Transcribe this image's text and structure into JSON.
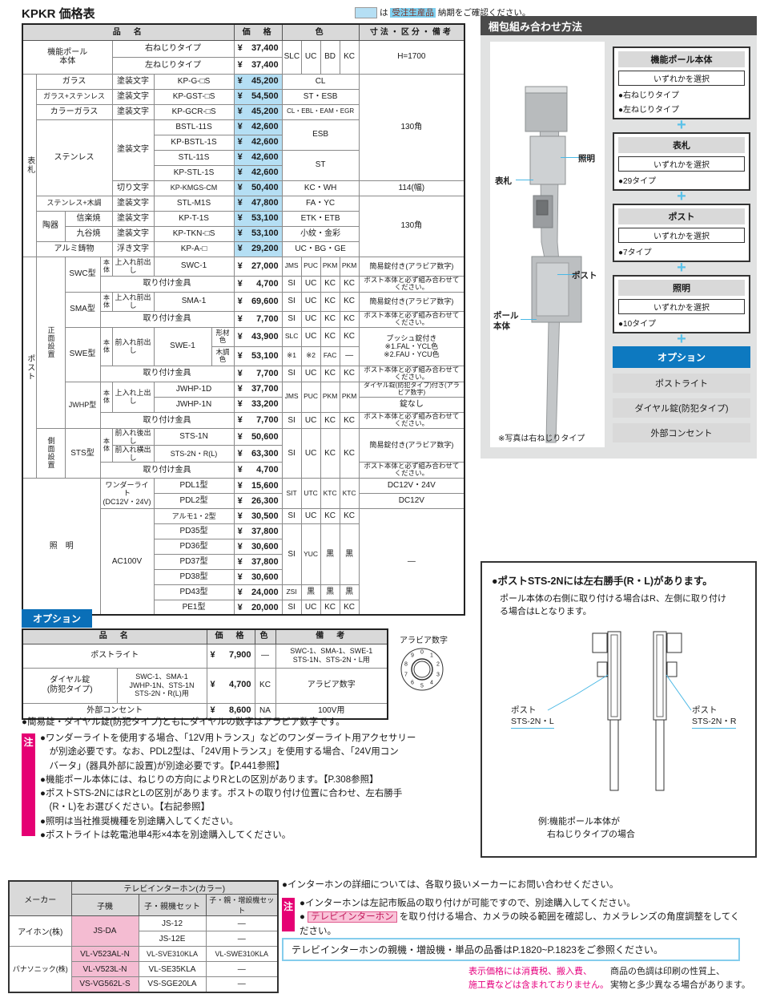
{
  "sym": {
    "yen": "¥",
    "plus": "+"
  },
  "title": "KPKR 価格表",
  "legend": {
    "pre": "は",
    "tag": "受注生産品",
    "rest": "納期をご確認ください。"
  },
  "mt": {
    "h": {
      "name": "品　名",
      "price": "価　格",
      "color": "色",
      "spec": "寸法・区分・備考"
    },
    "pole": {
      "label": "機能ポール\n本体",
      "r1": {
        "n": "右ねじりタイプ",
        "p": "37,400"
      },
      "r2": {
        "n": "左ねじりタイプ",
        "p": "37,400"
      },
      "c": [
        "SLC",
        "UC",
        "BD",
        "KC"
      ],
      "spec": "H=1700"
    },
    "hyo": {
      "label": "表札",
      "rows": [
        {
          "m": "ガラス",
          "t": "塗装文字",
          "code": "KP-G-□S",
          "p": "45,200",
          "col": "CL"
        },
        {
          "m": "ガラス+ステンレス",
          "t": "塗装文字",
          "code": "KP-GST-□S",
          "p": "54,500",
          "col": "ST・ESB"
        },
        {
          "m": "カラーガラス",
          "t": "塗装文字",
          "code": "KP-GCR-□S",
          "p": "45,200",
          "col": "CL・EBL・EAM・EGR"
        },
        {
          "m": "ステンレス",
          "t": "塗装文字",
          "code": "BSTL-11S",
          "p": "42,600",
          "col": "ESB"
        },
        {
          "code": "KP-BSTL-1S",
          "p": "42,600"
        },
        {
          "code": "STL-11S",
          "p": "42,600",
          "col": "ST"
        },
        {
          "code": "KP-STL-1S",
          "p": "42,600"
        },
        {
          "t": "切り文字",
          "code": "KP-KMGS-CM",
          "p": "50,400",
          "col": "KC・WH",
          "spec": "114(幅)"
        },
        {
          "m": "ステンレス+木調",
          "t": "塗装文字",
          "code": "STL-M1S",
          "p": "47,800",
          "col": "FA・YC"
        },
        {
          "m": "陶器",
          "sub": "信楽焼",
          "t": "塗装文字",
          "code": "KP-T-1S",
          "p": "53,100",
          "col": "ETK・ETB"
        },
        {
          "sub": "九谷焼",
          "t": "塗装文字",
          "code": "KP-TKN-□S",
          "p": "53,100",
          "col": "小紋・金彩"
        },
        {
          "m": "アルミ鋳物",
          "t": "浮き文字",
          "code": "KP-A-□",
          "p": "29,200",
          "col": "UC・BG・GE"
        }
      ],
      "spec1": "130角",
      "spec2": "130角"
    },
    "post": {
      "label": "ポスト",
      "front": "正面設置",
      "side": "側面設置",
      "swc": {
        "name": "SWC型",
        "body": "本体",
        "method": "上入れ前出し",
        "code": "SWC-1",
        "p": "27,000",
        "c": [
          "JMS",
          "PUC",
          "PKM",
          "PKM"
        ],
        "spec": "簡易錠付き(アラビア数字)",
        "k": {
          "label": "取り付け金具",
          "p": "4,700",
          "c": [
            "SI",
            "UC",
            "KC",
            "KC"
          ],
          "spec": "ポスト本体と必ず組み合わせてください。"
        }
      },
      "sma": {
        "name": "SMA型",
        "body": "本体",
        "method": "上入れ前出し",
        "code": "SMA-1",
        "p": "69,600",
        "c": [
          "SI",
          "UC",
          "KC",
          "KC"
        ],
        "spec": "簡易錠付き(アラビア数字)",
        "k": {
          "label": "取り付け金具",
          "p": "7,700",
          "c": [
            "SI",
            "UC",
            "KC",
            "KC"
          ],
          "spec": "ポスト本体と必ず組み合わせてください。"
        }
      },
      "swe": {
        "name": "SWE型",
        "body": "本体",
        "method": "前入れ前出し",
        "code": "SWE-1",
        "sub1": "形材色",
        "p1": "43,900",
        "c1": [
          "SLC",
          "UC",
          "KC",
          "KC"
        ],
        "sub2": "木調色",
        "p2": "53,100",
        "c2": [
          "※1",
          "※2",
          "FAC",
          "―"
        ],
        "spec": "プッシュ錠付き\n※1.FAL・YCL色\n※2.FAU・YCU色",
        "k": {
          "label": "取り付け金具",
          "p": "7,700",
          "c": [
            "SI",
            "UC",
            "KC",
            "KC"
          ],
          "spec": "ポスト本体と必ず組み合わせてください。"
        }
      },
      "jwhp": {
        "name": "JWHP型",
        "body": "本体",
        "method": "上入れ上出し",
        "code1": "JWHP-1D",
        "p1": "37,700",
        "code2": "JWHP-1N",
        "p2": "33,200",
        "c": [
          "JMS",
          "PUC",
          "PKM",
          "PKM"
        ],
        "spec1": "ダイヤル錠(防犯タイプ)付き(アラビア数字)",
        "spec2": "錠なし",
        "k": {
          "label": "取り付け金具",
          "p": "7,700",
          "c": [
            "SI",
            "UC",
            "KC",
            "KC"
          ],
          "spec": "ポスト本体と必ず組み合わせてください。"
        }
      },
      "sts": {
        "name": "STS型",
        "body": "本体",
        "m1": "前入れ後出し",
        "code1": "STS-1N",
        "p1": "50,600",
        "m2": "前入れ横出し",
        "code2": "STS-2N・R(L)",
        "p2": "63,300",
        "c": [
          "SI",
          "UC",
          "KC",
          "KC"
        ],
        "spec": "簡易錠付き(アラビア数字)",
        "k": {
          "label": "取り付け金具",
          "p": "4,700",
          "spec": "ポスト本体と必ず組み合わせてください。"
        }
      }
    },
    "light": {
      "label": "照　明",
      "g1": {
        "name": "ワンダーライト\n(DC12V・24V)",
        "r1": {
          "code": "PDL1型",
          "p": "15,600"
        },
        "r2": {
          "code": "PDL2型",
          "p": "26,300"
        },
        "c": [
          "SIT",
          "UTC",
          "KTC",
          "KTC"
        ],
        "spec1": "DC12V・24V",
        "spec2": "DC12V"
      },
      "g2": {
        "name": "AC100V",
        "rows": [
          {
            "code": "アルモ1・2型",
            "p": "30,500"
          },
          {
            "code": "PD35型",
            "p": "37,800"
          },
          {
            "code": "PD36型",
            "p": "30,600"
          },
          {
            "code": "PD37型",
            "p": "37,800"
          },
          {
            "code": "PD38型",
            "p": "30,600"
          },
          {
            "code": "PD43型",
            "p": "24,000"
          },
          {
            "code": "PE1型",
            "p": "20,000"
          }
        ],
        "c0": [
          "SI",
          "UC",
          "KC",
          "KC"
        ],
        "c14": [
          "SI",
          "YUC",
          "黒",
          "黒"
        ],
        "c5": [
          "ZSI",
          "黒",
          "黒",
          "黒"
        ],
        "c6": [
          "SI",
          "UC",
          "KC",
          "KC"
        ],
        "spec": "―"
      }
    }
  },
  "opt": {
    "label": "オプション",
    "h": {
      "name": "品　名",
      "price": "価　格",
      "color": "色",
      "note": "備　考"
    },
    "r1": {
      "name": "ポストライト",
      "p": "7,900",
      "col": "―",
      "note": "SWC-1、SMA-1、SWE-1\nSTS-1N、STS-2N・L用"
    },
    "r2": {
      "name": "ダイヤル錠\n(防犯タイプ)",
      "target": "SWC-1、SMA-1\nJWHP-1N、STS-1N\nSTS-2N・R(L)用",
      "p": "4,700",
      "col": "KC",
      "note": "アラビア数字"
    },
    "r3": {
      "name": "外部コンセント",
      "p": "8,600",
      "col": "NA",
      "note": "100V用"
    },
    "dial": {
      "label": "アラビア数字",
      "numbers": [
        "0",
        "1",
        "2",
        "3",
        "4",
        "5",
        "6",
        "7",
        "8",
        "9"
      ]
    }
  },
  "notes": {
    "n0": "●簡易錠・ダイヤル錠(防犯タイプ)ともにダイヤルの数字はアラビア数字です。",
    "chu": "注",
    "items": [
      "●ワンダーライトを使用する場合、「12V用トランス」などのワンダーライト用アクセサリー\n　が別途必要です。なお、PDL2型は、「24V用トランス」を使用する場合、「24V用コン\n　バータ」(器具外部に設置)が別途必要です。【P.441参照】",
      "●機能ポール本体には、ねじりの方向によりRとLの区別があります。【P.308参照】",
      "●ポストSTS-2NにはRとLの区別があります。ポストの取り付け位置に合わせ、左右勝手\n　(R・L)をお選びください。【右記参照】",
      "●照明は当社推奨機種を別途購入してください。",
      "●ポストライトは乾電池単4形×4本を別途購入してください。"
    ]
  },
  "pack": {
    "title": "梱包組み合わせ方法",
    "photo": {
      "lamp": "照明",
      "plate": "表札",
      "post": "ポスト",
      "pole": "ポール\n本体",
      "caption": "※写真は右ねじりタイプ"
    },
    "boxes": [
      {
        "title": "機能ポール本体",
        "select": "いずれかを選択",
        "items": [
          "●右ねじりタイプ",
          "●左ねじりタイプ"
        ]
      },
      {
        "title": "表札",
        "select": "いずれかを選択",
        "items": [
          "●29タイプ"
        ]
      },
      {
        "title": "ポスト",
        "select": "いずれかを選択",
        "items": [
          "●7タイプ"
        ]
      },
      {
        "title": "照明",
        "select": "いずれかを選択",
        "items": [
          "●10タイプ"
        ]
      }
    ],
    "option_title": "オプション",
    "option_items": [
      "ポストライト",
      "ダイヤル錠(防犯タイプ)",
      "外部コンセント"
    ]
  },
  "sts": {
    "title": "●ポストSTS-2Nには左右勝手(R・L)があります。",
    "body": "ポール本体の右側に取り付ける場合はR、左側に取り付け\nる場合はLとなります。",
    "label_l1": "ポスト",
    "label_l2": "STS-2N・L",
    "label_r1": "ポスト",
    "label_r2": "STS-2N・R",
    "caption": "例:機能ポール本体が\n　右ねじりタイプの場合"
  },
  "intercom": {
    "h_maker": "メーカー",
    "h_group": "テレビインターホン(カラー)",
    "h_sub": [
      "子機",
      "子・親機セット",
      "子・親・増設機セット"
    ],
    "maker1": "アイホン(株)",
    "maker2": "パナソニック(株)",
    "a_child": "JS-DA",
    "a_rows": [
      {
        "set": "JS-12",
        "ext": "―"
      },
      {
        "set": "JS-12E",
        "ext": "―"
      }
    ],
    "p_rows": [
      {
        "child": "VL-V523AL-N",
        "set": "VL-SVE310KLA",
        "ext": "VL-SWE310KLA"
      },
      {
        "child": "VL-V523L-N",
        "set": "VL-SE35KLA",
        "ext": "―"
      },
      {
        "child": "VS-VG562L-S",
        "set": "VS-SGE20LA",
        "ext": "―"
      }
    ]
  },
  "bottom": {
    "r0": "●インターホンの詳細については、各取り扱いメーカーにお問い合わせください。",
    "chu": "注",
    "r1": "●インターホンは左記市販品の取り付けが可能ですので、別途購入してください。",
    "r2a": "●",
    "r2tag": "テレビインターホン",
    "r2b": "を取り付ける場合、カメラの映る範囲を確認し、カメラレンズの角度調整をしてください。",
    "bluebox": "テレビインターホンの親機・増設機・単品の品番はP.1820~P.1823をご参照ください。",
    "footer_pink": "表示価格には消費税、搬入費、\n施工費などは含まれておりません。",
    "footer_black": "商品の色調は印刷の性質上、\n実物と多少異なる場合があります。"
  }
}
